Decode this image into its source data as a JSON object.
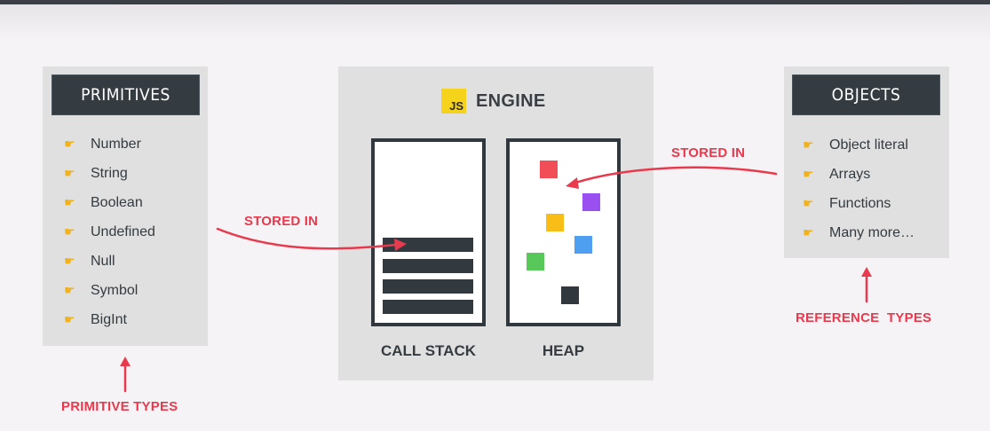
{
  "primitives": {
    "header": "PRIMITIVES",
    "items": [
      "Number",
      "String",
      "Boolean",
      "Undefined",
      "Null",
      "Symbol",
      "BigInt"
    ],
    "caption": "PRIMITIVE TYPES"
  },
  "objects": {
    "header": "OBJECTS",
    "items": [
      "Object literal",
      "Arrays",
      "Functions",
      "Many more…"
    ],
    "caption": "REFERENCE  TYPES"
  },
  "engine": {
    "logo_text": "JS",
    "title": "ENGINE",
    "call_stack_label": "CALL STACK",
    "heap_label": "HEAP"
  },
  "arrows": {
    "primitives_label": "STORED IN",
    "objects_label": "STORED IN"
  },
  "icons": {
    "bullet": "pointing-hand-icon"
  },
  "colors": {
    "accent_red": "#e83a4c",
    "header_dark": "#343c42",
    "panel_gray": "#e0e0e0",
    "js_yellow": "#f5d31a",
    "heap_squares": [
      "#f14e57",
      "#9a4ff0",
      "#f8bd16",
      "#4e9ff0",
      "#58c85a",
      "#31383e"
    ]
  }
}
